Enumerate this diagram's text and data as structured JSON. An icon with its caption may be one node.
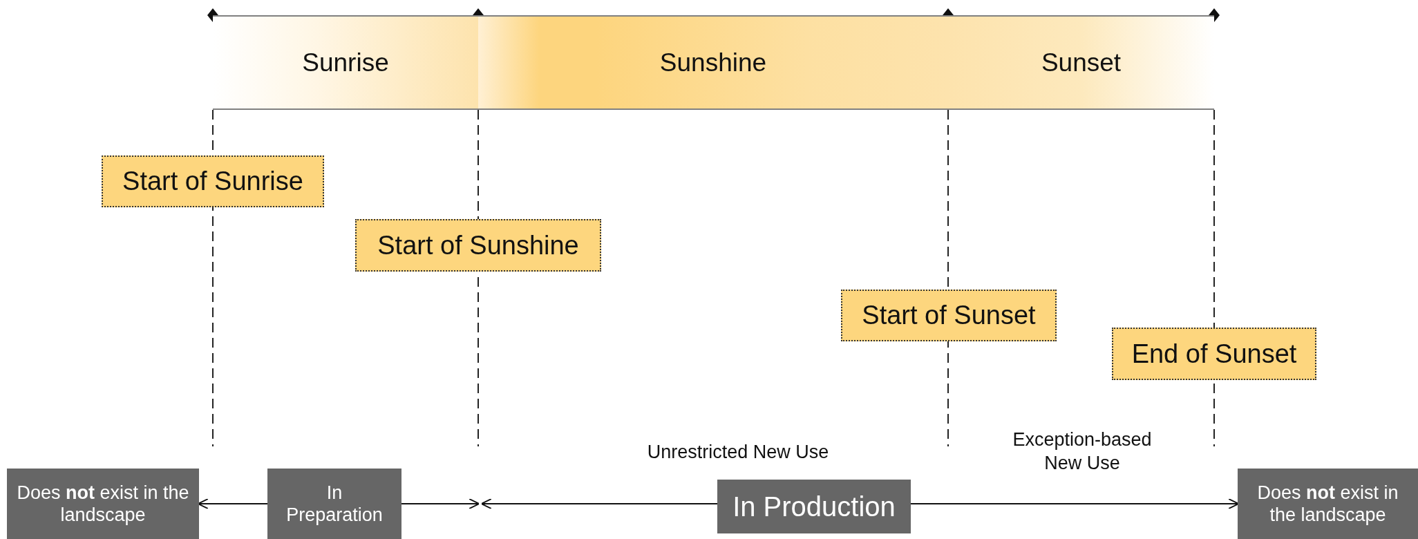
{
  "diagram": {
    "nodes": [
      {
        "text": [
          "Sunrise"
        ]
      },
      {
        "text": [
          "Sunshine"
        ]
      },
      {
        "text": [
          "Sunset"
        ]
      },
      {
        "text": [
          "Start of Sunrise"
        ]
      },
      {
        "text": [
          "Start of Sunshine"
        ]
      },
      {
        "text": [
          "Start of Sunset"
        ]
      },
      {
        "text": [
          "End of Sunset"
        ]
      },
      {
        "text": [
          "Does **not** exist in the landscape"
        ]
      },
      {
        "text": [
          "In Preparation"
        ]
      },
      {
        "text": [
          "In Production"
        ]
      },
      {
        "text": [
          "Does **not** exist in the landscape"
        ]
      }
    ],
    "edges": [
      {
        "from": 8,
        "to": 7,
        "arrow": "to"
      },
      {
        "from": 8,
        "to": null,
        "arrow": "to"
      },
      {
        "from": 9,
        "to": null,
        "arrow": "to"
      },
      {
        "from": 9,
        "to": 10,
        "arrow": "to"
      }
    ],
    "labels": [
      "Unrestricted New Use",
      "Exception-based New Use"
    ]
  }
}
